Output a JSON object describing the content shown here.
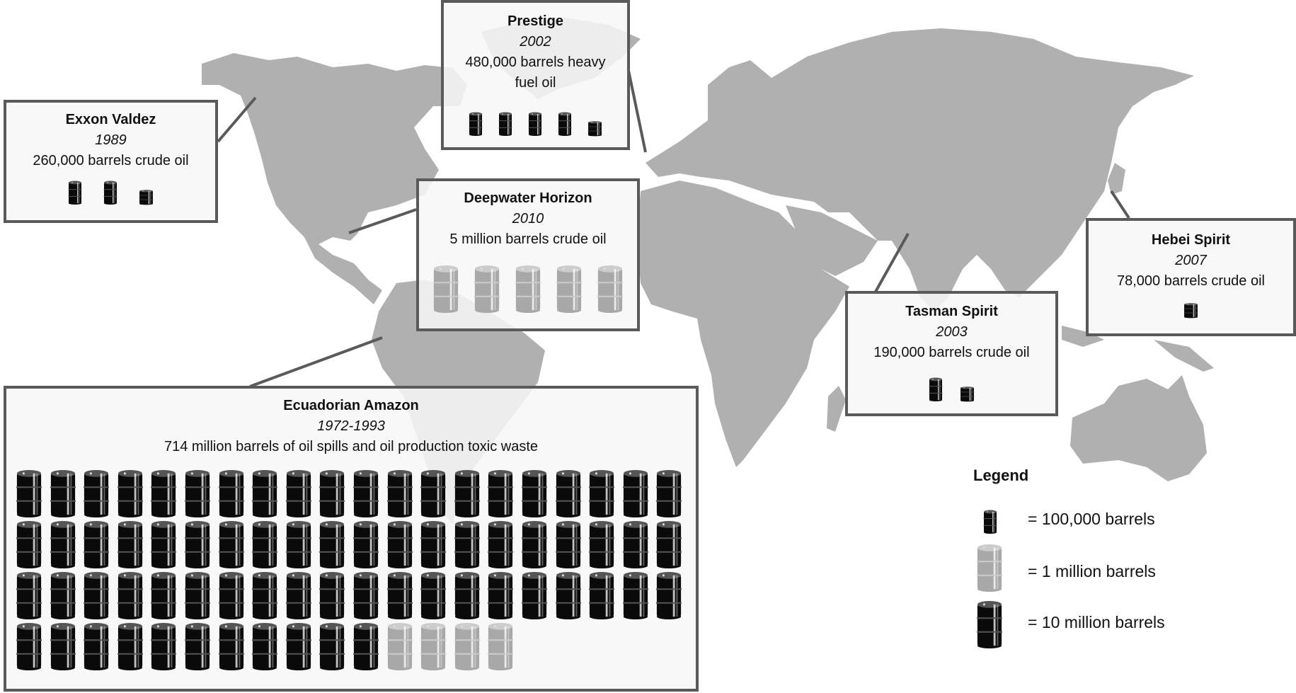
{
  "colors": {
    "map_land": "#b0b0b0",
    "box_border": "#5a5a5a",
    "box_fill": "#f7f7f7",
    "barrel_black": "#0a0a0a",
    "barrel_grey": "#a8a8a8"
  },
  "spills": [
    {
      "id": "exxon",
      "name": "Exxon Valdez",
      "year": "1989",
      "amount": "260,000 barrels crude  oil",
      "barrels": {
        "black_10m": 0,
        "grey_1m": 0,
        "small_100k": 2,
        "partial_100k": 1
      }
    },
    {
      "id": "prestige",
      "name": "Prestige",
      "year": "2002",
      "amount": "480,000 barrels heavy fuel oil",
      "barrels": {
        "black_10m": 0,
        "grey_1m": 0,
        "small_100k": 4,
        "partial_100k": 1
      }
    },
    {
      "id": "deepwater",
      "name": "Deepwater Horizon",
      "year": "2010",
      "amount": "5 million barrels crude oil",
      "barrels": {
        "black_10m": 0,
        "grey_1m": 5,
        "small_100k": 0,
        "partial_100k": 0
      }
    },
    {
      "id": "ecuador",
      "name": "Ecuadorian  Amazon",
      "year": "1972-1993",
      "amount": "714 million barrels of oil spills and oil production toxic waste",
      "barrels": {
        "black_10m": 71,
        "grey_1m": 4,
        "small_100k": 0,
        "partial_100k": 0
      }
    },
    {
      "id": "tasman",
      "name": "Tasman Spirit",
      "year": "2003",
      "amount": "190,000 barrels crude oil",
      "barrels": {
        "black_10m": 0,
        "grey_1m": 0,
        "small_100k": 1,
        "partial_100k": 1
      }
    },
    {
      "id": "hebei",
      "name": "Hebei Spirit",
      "year": "2007",
      "amount": "78,000 barrels crude oil",
      "barrels": {
        "black_10m": 0,
        "grey_1m": 0,
        "small_100k": 0,
        "partial_100k": 1
      }
    }
  ],
  "legend": {
    "title": "Legend",
    "items": [
      {
        "icon": "small-black-barrel",
        "label": "= 100,000 barrels",
        "value": 100000
      },
      {
        "icon": "grey-barrel",
        "label": "= 1 million barrels",
        "value": 1000000
      },
      {
        "icon": "large-black-barrel",
        "label": "= 10 million barrels",
        "value": 10000000
      }
    ]
  },
  "chart_data": {
    "type": "pictogram-map",
    "title": "",
    "unit": "barrels",
    "legend": [
      {
        "symbol": "small black barrel",
        "value": 100000
      },
      {
        "symbol": "grey barrel",
        "value": 1000000
      },
      {
        "symbol": "large black barrel",
        "value": 10000000
      }
    ],
    "categories": [
      "Exxon Valdez",
      "Prestige",
      "Deepwater Horizon",
      "Ecuadorian Amazon",
      "Tasman Spirit",
      "Hebei Spirit"
    ],
    "years": [
      "1989",
      "2002",
      "2010",
      "1972-1993",
      "2003",
      "2007"
    ],
    "values": [
      260000,
      480000,
      5000000,
      714000000,
      190000,
      78000
    ],
    "descriptions": [
      "crude oil",
      "heavy fuel oil",
      "crude oil",
      "oil spills and oil production toxic waste",
      "crude oil",
      "crude oil"
    ]
  }
}
